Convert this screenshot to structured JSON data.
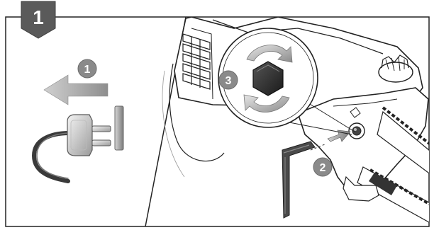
{
  "step": {
    "number": "1"
  },
  "callouts": [
    {
      "label": "1"
    },
    {
      "label": "2"
    },
    {
      "label": "3"
    }
  ],
  "colors": {
    "step_badge": "#5a5a5a",
    "callout_fill": "#8a8a8a",
    "frame": "#222222",
    "arrow_gray": "#b0b0b0",
    "plug_dark": "#3a3a3a",
    "hex_key": "#4a4a4a"
  },
  "icons": {
    "step_badge": "step-number-badge",
    "pull_arrow": "arrow-left-icon",
    "plug": "power-plug-icon",
    "socket": "socket-icon",
    "rotate": "rotate-arrows-icon",
    "hex_nut": "hex-nut-icon",
    "hex_key": "hex-key-icon",
    "push_arrow": "arrow-right-icon"
  }
}
